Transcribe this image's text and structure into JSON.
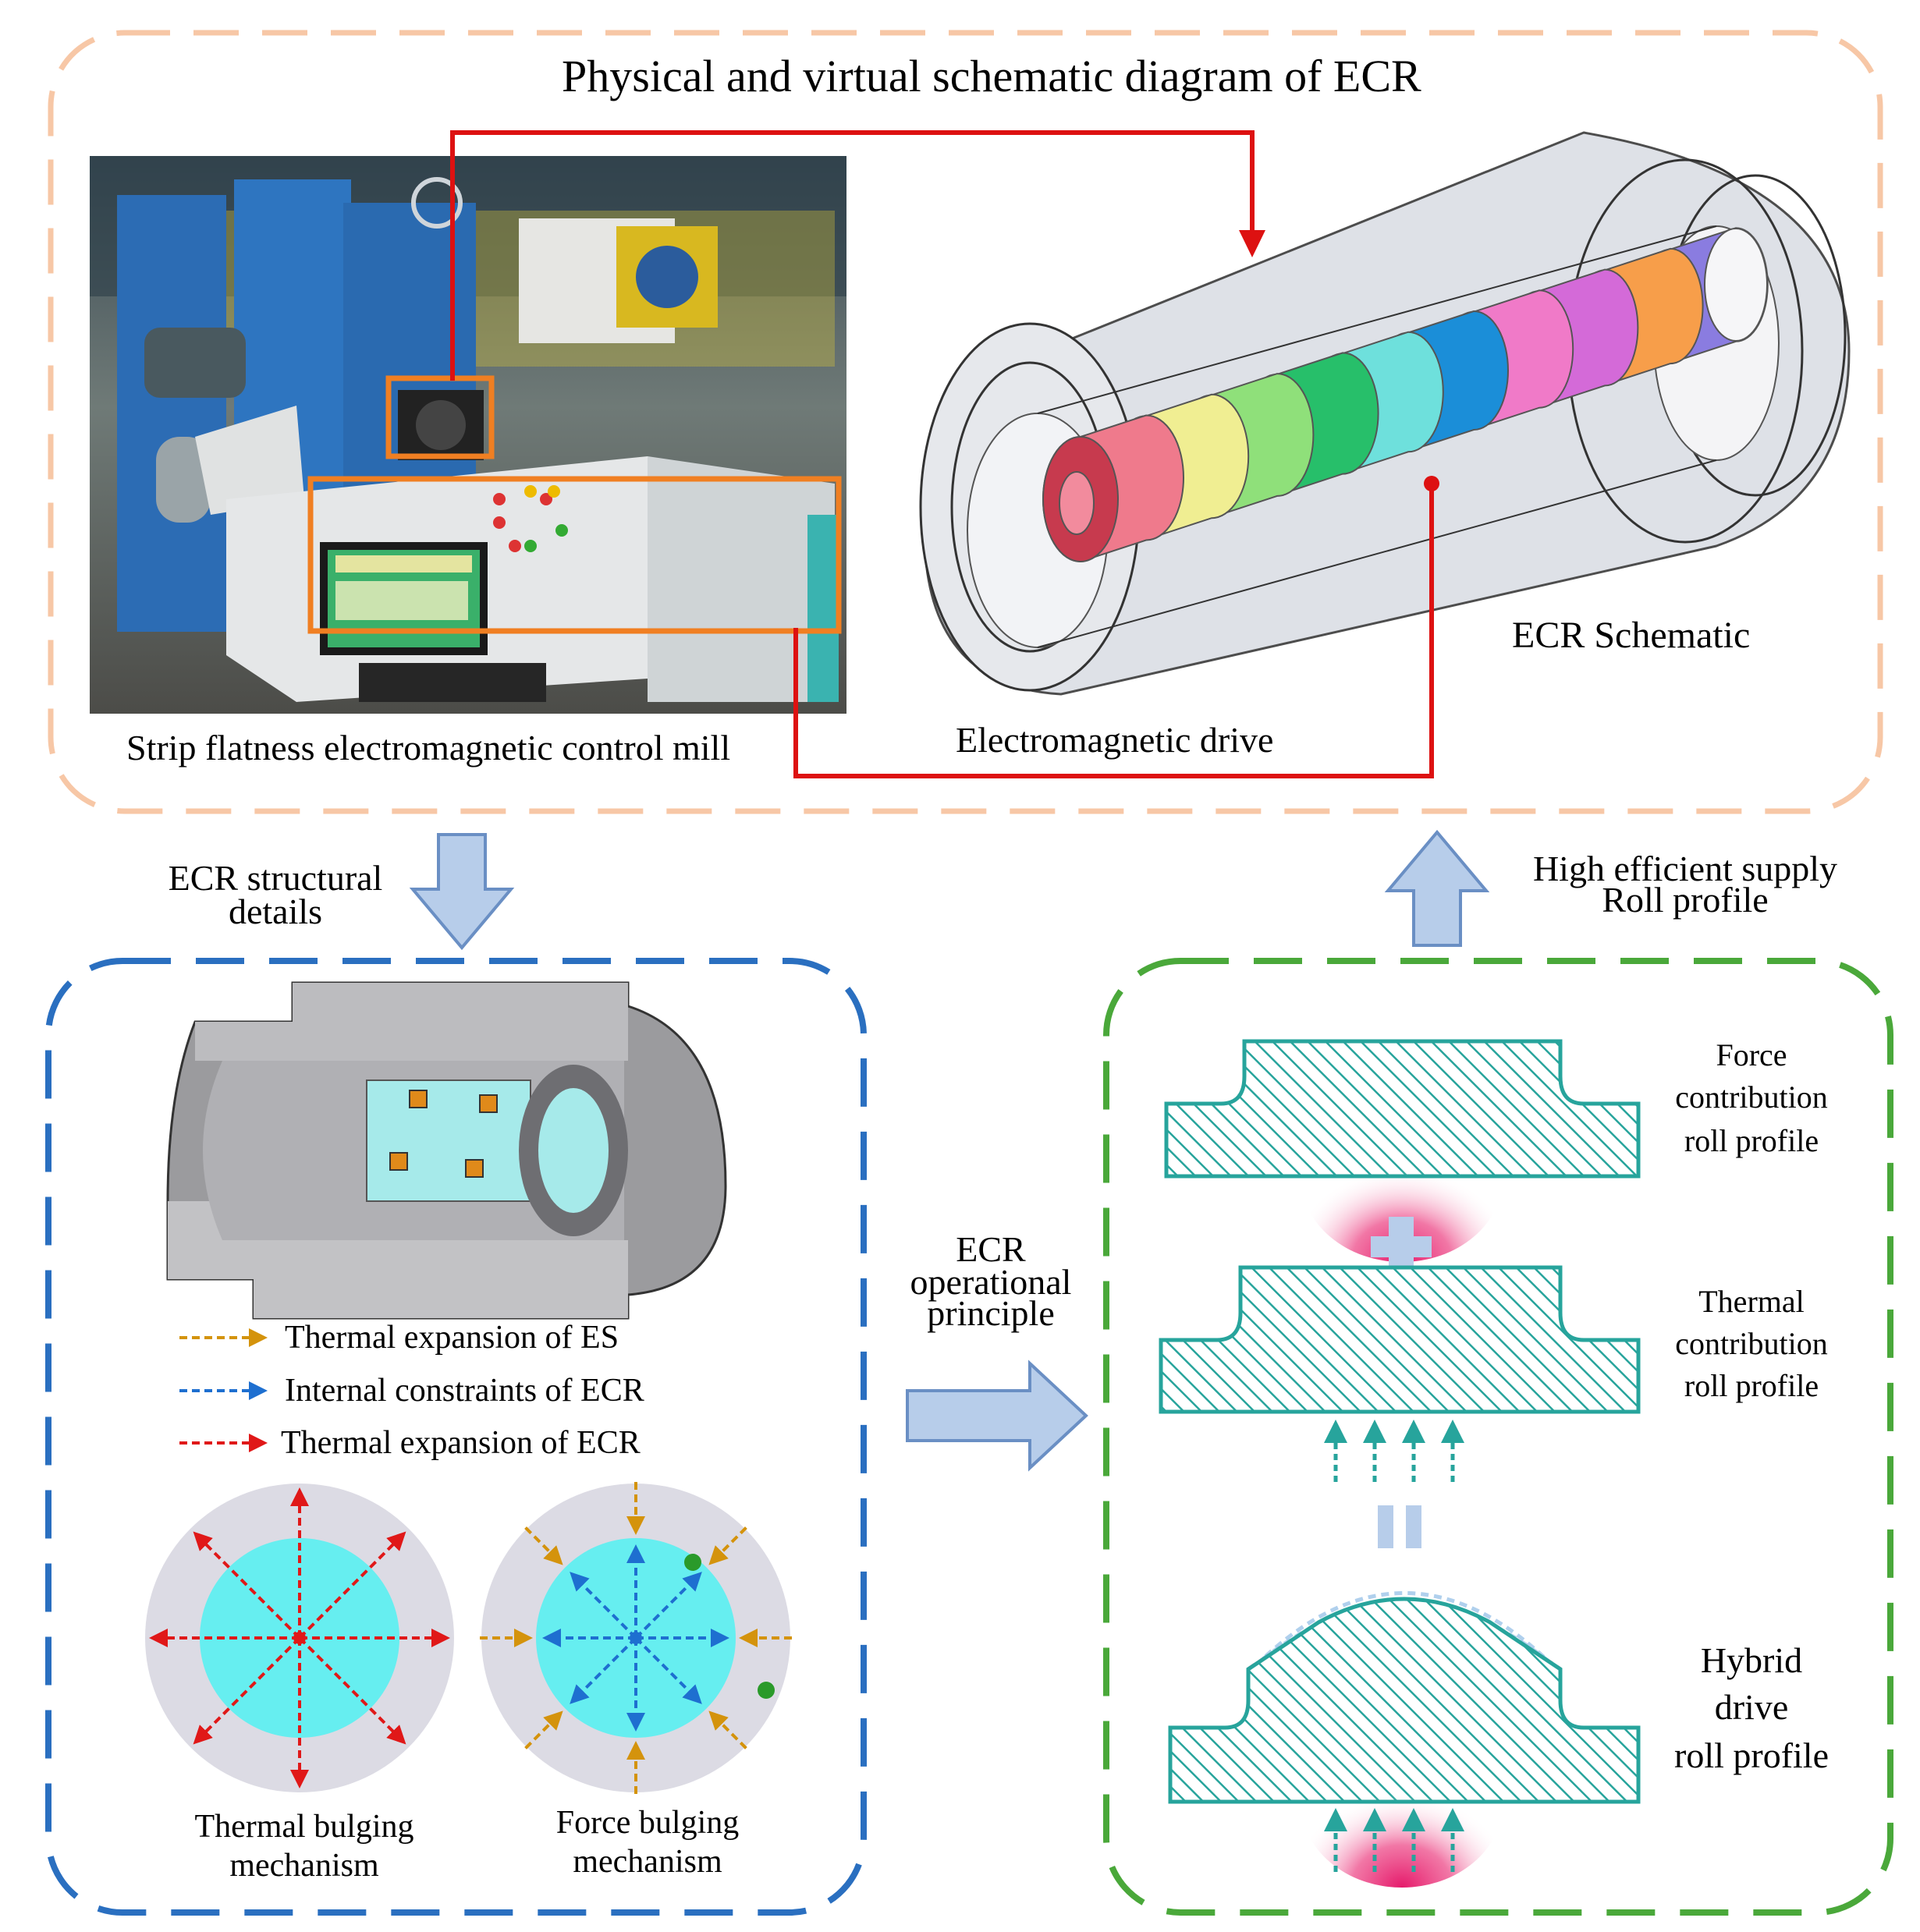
{
  "top_panel": {
    "title": "Physical and virtual schematic diagram of ECR",
    "mill_caption": "Strip flatness electromagnetic control mill",
    "drive_caption": "Electromagnetic drive",
    "schematic_caption": "ECR Schematic"
  },
  "flow_labels": {
    "structural_1": "ECR structural",
    "structural_2": "details",
    "supply_1": "High efficient supply",
    "supply_2": "Roll profile",
    "principle_1": "ECR",
    "principle_2": "operational",
    "principle_3": "principle"
  },
  "left_panel": {
    "legend": [
      {
        "text": "Thermal expansion of ES",
        "color": "#d4930c"
      },
      {
        "text": "Internal constraints of ECR",
        "color": "#1e6fd0"
      },
      {
        "text": "Thermal expansion of ECR",
        "color": "#e01818"
      }
    ],
    "thermal_caption_1": "Thermal bulging",
    "thermal_caption_2": "mechanism",
    "force_caption_1": "Force bulging",
    "force_caption_2": "mechanism"
  },
  "right_panel": {
    "force_1": "Force",
    "force_2": "contribution",
    "force_3": "roll profile",
    "thermal_1": "Thermal",
    "thermal_2": "contribution",
    "thermal_3": "roll profile",
    "hybrid_1": "Hybrid",
    "hybrid_2": "drive",
    "hybrid_3": "roll profile"
  },
  "colors": {
    "top_border": "#f7c7a6",
    "left_border": "#2a6fc0",
    "right_border": "#4aa83a",
    "connector": "#dd1111",
    "highlight": "#f07f22",
    "flow_arrow_fill": "#b7cdea",
    "flow_arrow_stroke": "#6a8fc4",
    "profile_teal": "#27a49c",
    "heat_pink": "#e5196a"
  },
  "segment_colors": [
    "#ef7a8c",
    "#f0ee92",
    "#8fe07a",
    "#27bf6a",
    "#6ee0dc",
    "#1b8ed8",
    "#f07ac8",
    "#d46ad8",
    "#f79e4a",
    "#8a7ce0"
  ]
}
